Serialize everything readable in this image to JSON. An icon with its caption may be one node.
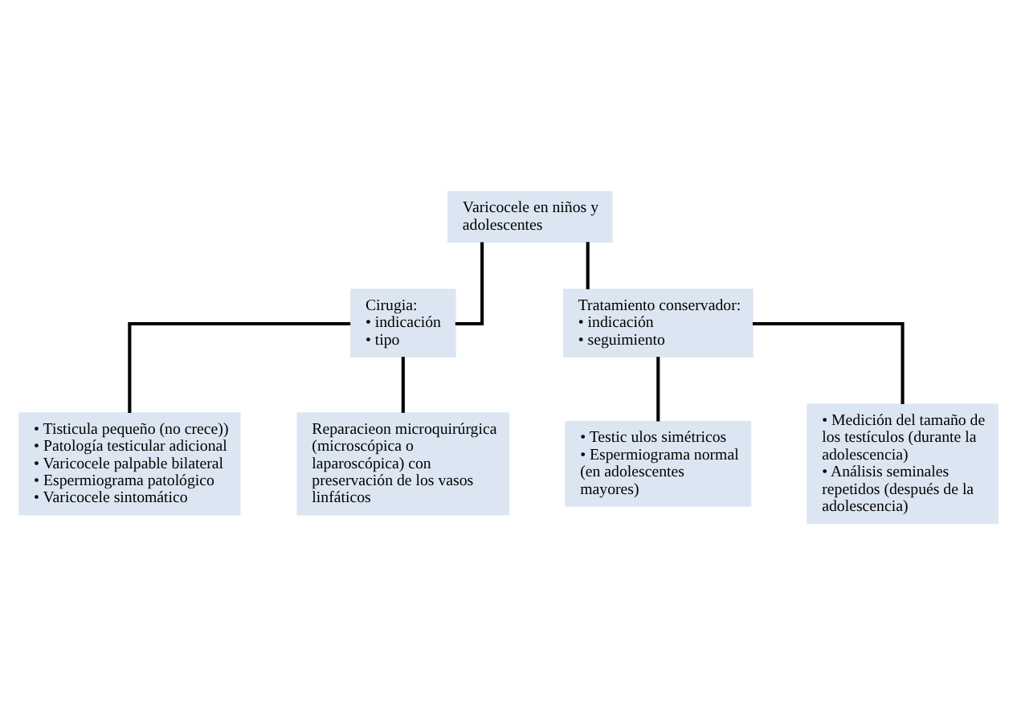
{
  "diagram": {
    "nodes": [
      {
        "text": [
          "Varicocele en niños y adolescentes"
        ]
      },
      {
        "text": [
          "Cirugia:",
          "• indicación",
          "• tipo"
        ]
      },
      {
        "text": [
          "Tratamiento conservador:",
          "• indicación",
          "• seguimiento"
        ]
      },
      {
        "text": [
          "• Tisticula pequeño (no crece))",
          "• Patología testicular adicional",
          "• Varicocele palpable bilateral",
          "• Espermiograma patológico",
          "• Varicocele sintomático"
        ]
      },
      {
        "text": [
          "Reparacieon microquirúrgica (microscópica o laparoscópica) con preservación de los vasos linfáticos"
        ]
      },
      {
        "text": [
          "• Testic ulos simétricos",
          "• Espermiograma normal (en adolescentes mayores)"
        ]
      },
      {
        "text": [
          "• Medición del tamaño de los testículos (durante la adolescencia)",
          "• Análisis seminales repetidos (después de la adolescencia)"
        ]
      }
    ],
    "edges": [
      {
        "from": 0,
        "to": 1,
        "arrow": "none"
      },
      {
        "from": 0,
        "to": 2,
        "arrow": "none"
      },
      {
        "from": 1,
        "to": 3,
        "arrow": "none"
      },
      {
        "from": 1,
        "to": 4,
        "arrow": "none"
      },
      {
        "from": 2,
        "to": 5,
        "arrow": "none"
      },
      {
        "from": 2,
        "to": 6,
        "arrow": "none"
      }
    ]
  }
}
